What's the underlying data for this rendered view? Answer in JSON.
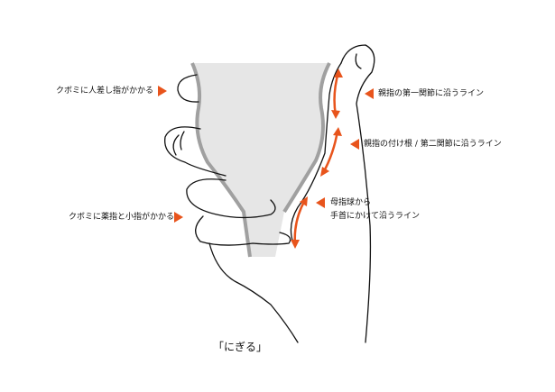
{
  "labels": {
    "index_finger": "クボミに人差し指がかかる",
    "thumb_first_joint": "親指の第一関節に沿うライン",
    "thumb_base": "親指の付け根 / 第二関節に沿うライン",
    "thenar_line1": "母指球から",
    "thenar_line2": "手首にかけて沿うライン",
    "ring_little_finger": "クボミに薬指と小指がかかる"
  },
  "caption": "「にぎる」",
  "colors": {
    "accent": "#e8541c",
    "cup_fill": "#e6e6e6",
    "cup_outline": "#a0a0a0"
  }
}
